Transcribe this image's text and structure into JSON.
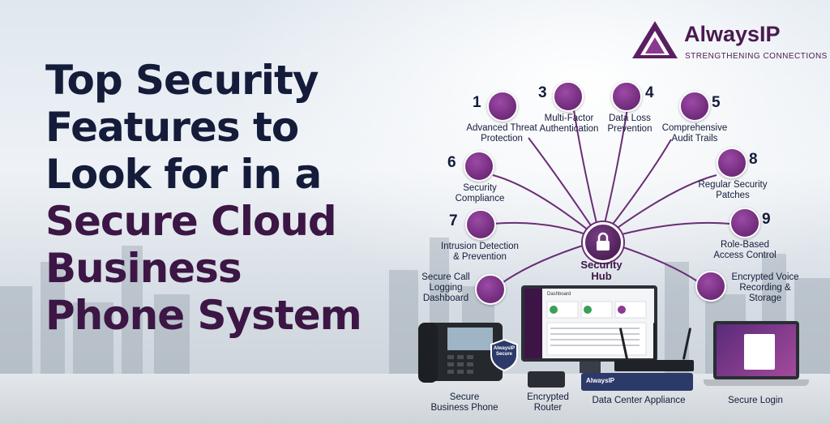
{
  "title": {
    "lines_dark": [
      "Top Security",
      "Features to",
      "Look for in a"
    ],
    "lines_purple": [
      "Secure Cloud",
      "Business",
      "Phone System"
    ]
  },
  "logo": {
    "brand": "AlwaysIP",
    "tagline": "STRENGTHENING CONNECTIONS"
  },
  "hub": {
    "label_1": "Security",
    "label_2": "Hub"
  },
  "features": [
    {
      "num": "1",
      "line1": "Advanced Threat",
      "line2": "Protection",
      "icon": "shield-gear-icon"
    },
    {
      "num": "3",
      "line1": "Multi-Factor",
      "line2": "Authentication",
      "icon": "phone-password-icon"
    },
    {
      "num": "4",
      "line1": "Data Loss",
      "line2": "Prevention",
      "icon": "safe-icon"
    },
    {
      "num": "5",
      "line1": "Comprehensive",
      "line2": "Audit Trails",
      "icon": "document-search-icon"
    },
    {
      "num": "6",
      "line1": "Security",
      "line2": "Compliance",
      "icon": "soc2-badge-icon"
    },
    {
      "num": "8",
      "line1": "Regular Security",
      "line2": "Patches",
      "icon": "tools-icon"
    },
    {
      "num": "7",
      "line1": "Intrusion Detection",
      "line2": "& Prevention",
      "icon": "radar-icon"
    },
    {
      "num": "9",
      "line1": "Role-Based",
      "line2": "Access Control",
      "icon": "users-icon"
    },
    {
      "num": "",
      "line1": "Secure Call",
      "line2": "Logging",
      "line3": "Dashboard",
      "icon": "log-lock-icon"
    },
    {
      "num": "",
      "line1": "Encrypted Voice",
      "line2": "Recording &",
      "line3": "Storage",
      "icon": "waveform-lock-icon"
    }
  ],
  "devices": {
    "phone_l1": "Secure",
    "phone_l2": "Business Phone",
    "router_l1": "Encrypted",
    "router_l2": "Router",
    "appliance": "Data Center Appliance",
    "login": "Secure Login",
    "shield_l1": "AlwaysIP",
    "shield_l2": "Secure",
    "appliance_brand": "AlwaysIP",
    "dashboard_title": "Dashboard"
  },
  "colors": {
    "navy": "#141c3a",
    "purple": "#3c1644",
    "accent": "#7b3f86"
  }
}
